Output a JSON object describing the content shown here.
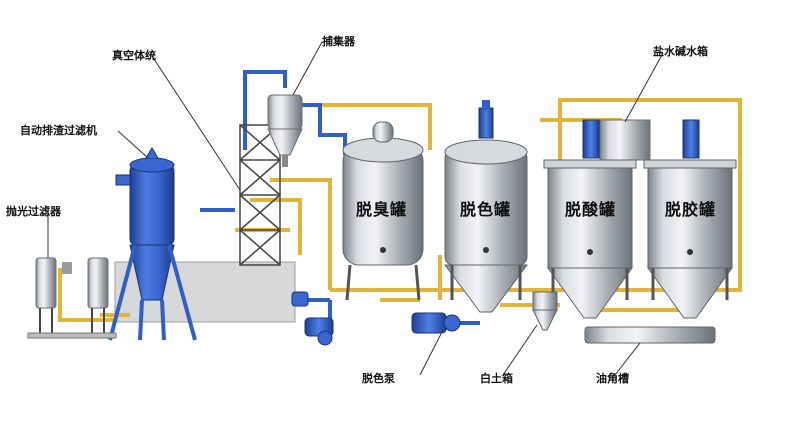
{
  "labels": {
    "vacuum_system": "真空体统",
    "collector": "捕集器",
    "auto_filter": "自动排渣过滤机",
    "polish_filter": "抛光过滤器",
    "brine_tank": "盐水碱水箱",
    "bleach_pump": "脱色泵",
    "clay_box": "白土箱",
    "oil_trough": "油角槽"
  },
  "tanks": {
    "deodorize": "脱臭罐",
    "decolor": "脱色罐",
    "deacid": "脱酸罐",
    "degum": "脱胶罐"
  },
  "colors": {
    "background": "#ffffff",
    "steel": "#b9bec4",
    "blue_equipment": "#2f5fc8",
    "yellow_pipe": "#e2b437",
    "blue_pipe": "#2f5fc8",
    "frame": "#4a4a4a",
    "leader_line": "#333333"
  }
}
